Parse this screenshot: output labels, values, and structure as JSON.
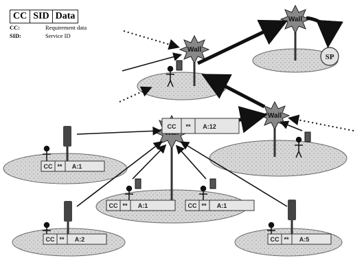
{
  "legend": {
    "header_cells": [
      "CC",
      "SID",
      "Data"
    ],
    "rows": [
      {
        "key": "CC:",
        "value": "Requirement data"
      },
      {
        "key": "SID:",
        "value": "Service ID"
      }
    ]
  },
  "packets": {
    "central": [
      "CC",
      "**",
      "A:12"
    ],
    "left": [
      "CC",
      "**",
      "A:1"
    ],
    "mid_left": [
      "CC",
      "**",
      "A:1"
    ],
    "mid_right": [
      "CC",
      "**",
      "A:1"
    ],
    "bottom_left": [
      "CC",
      "**",
      "A:2"
    ],
    "bottom_right": [
      "CC",
      "**",
      "A:5"
    ]
  },
  "nodes": {
    "top_center": "Wall",
    "top_right": "Wall",
    "middle": "Wall",
    "right": "Wall"
  },
  "service_provider": "SP"
}
